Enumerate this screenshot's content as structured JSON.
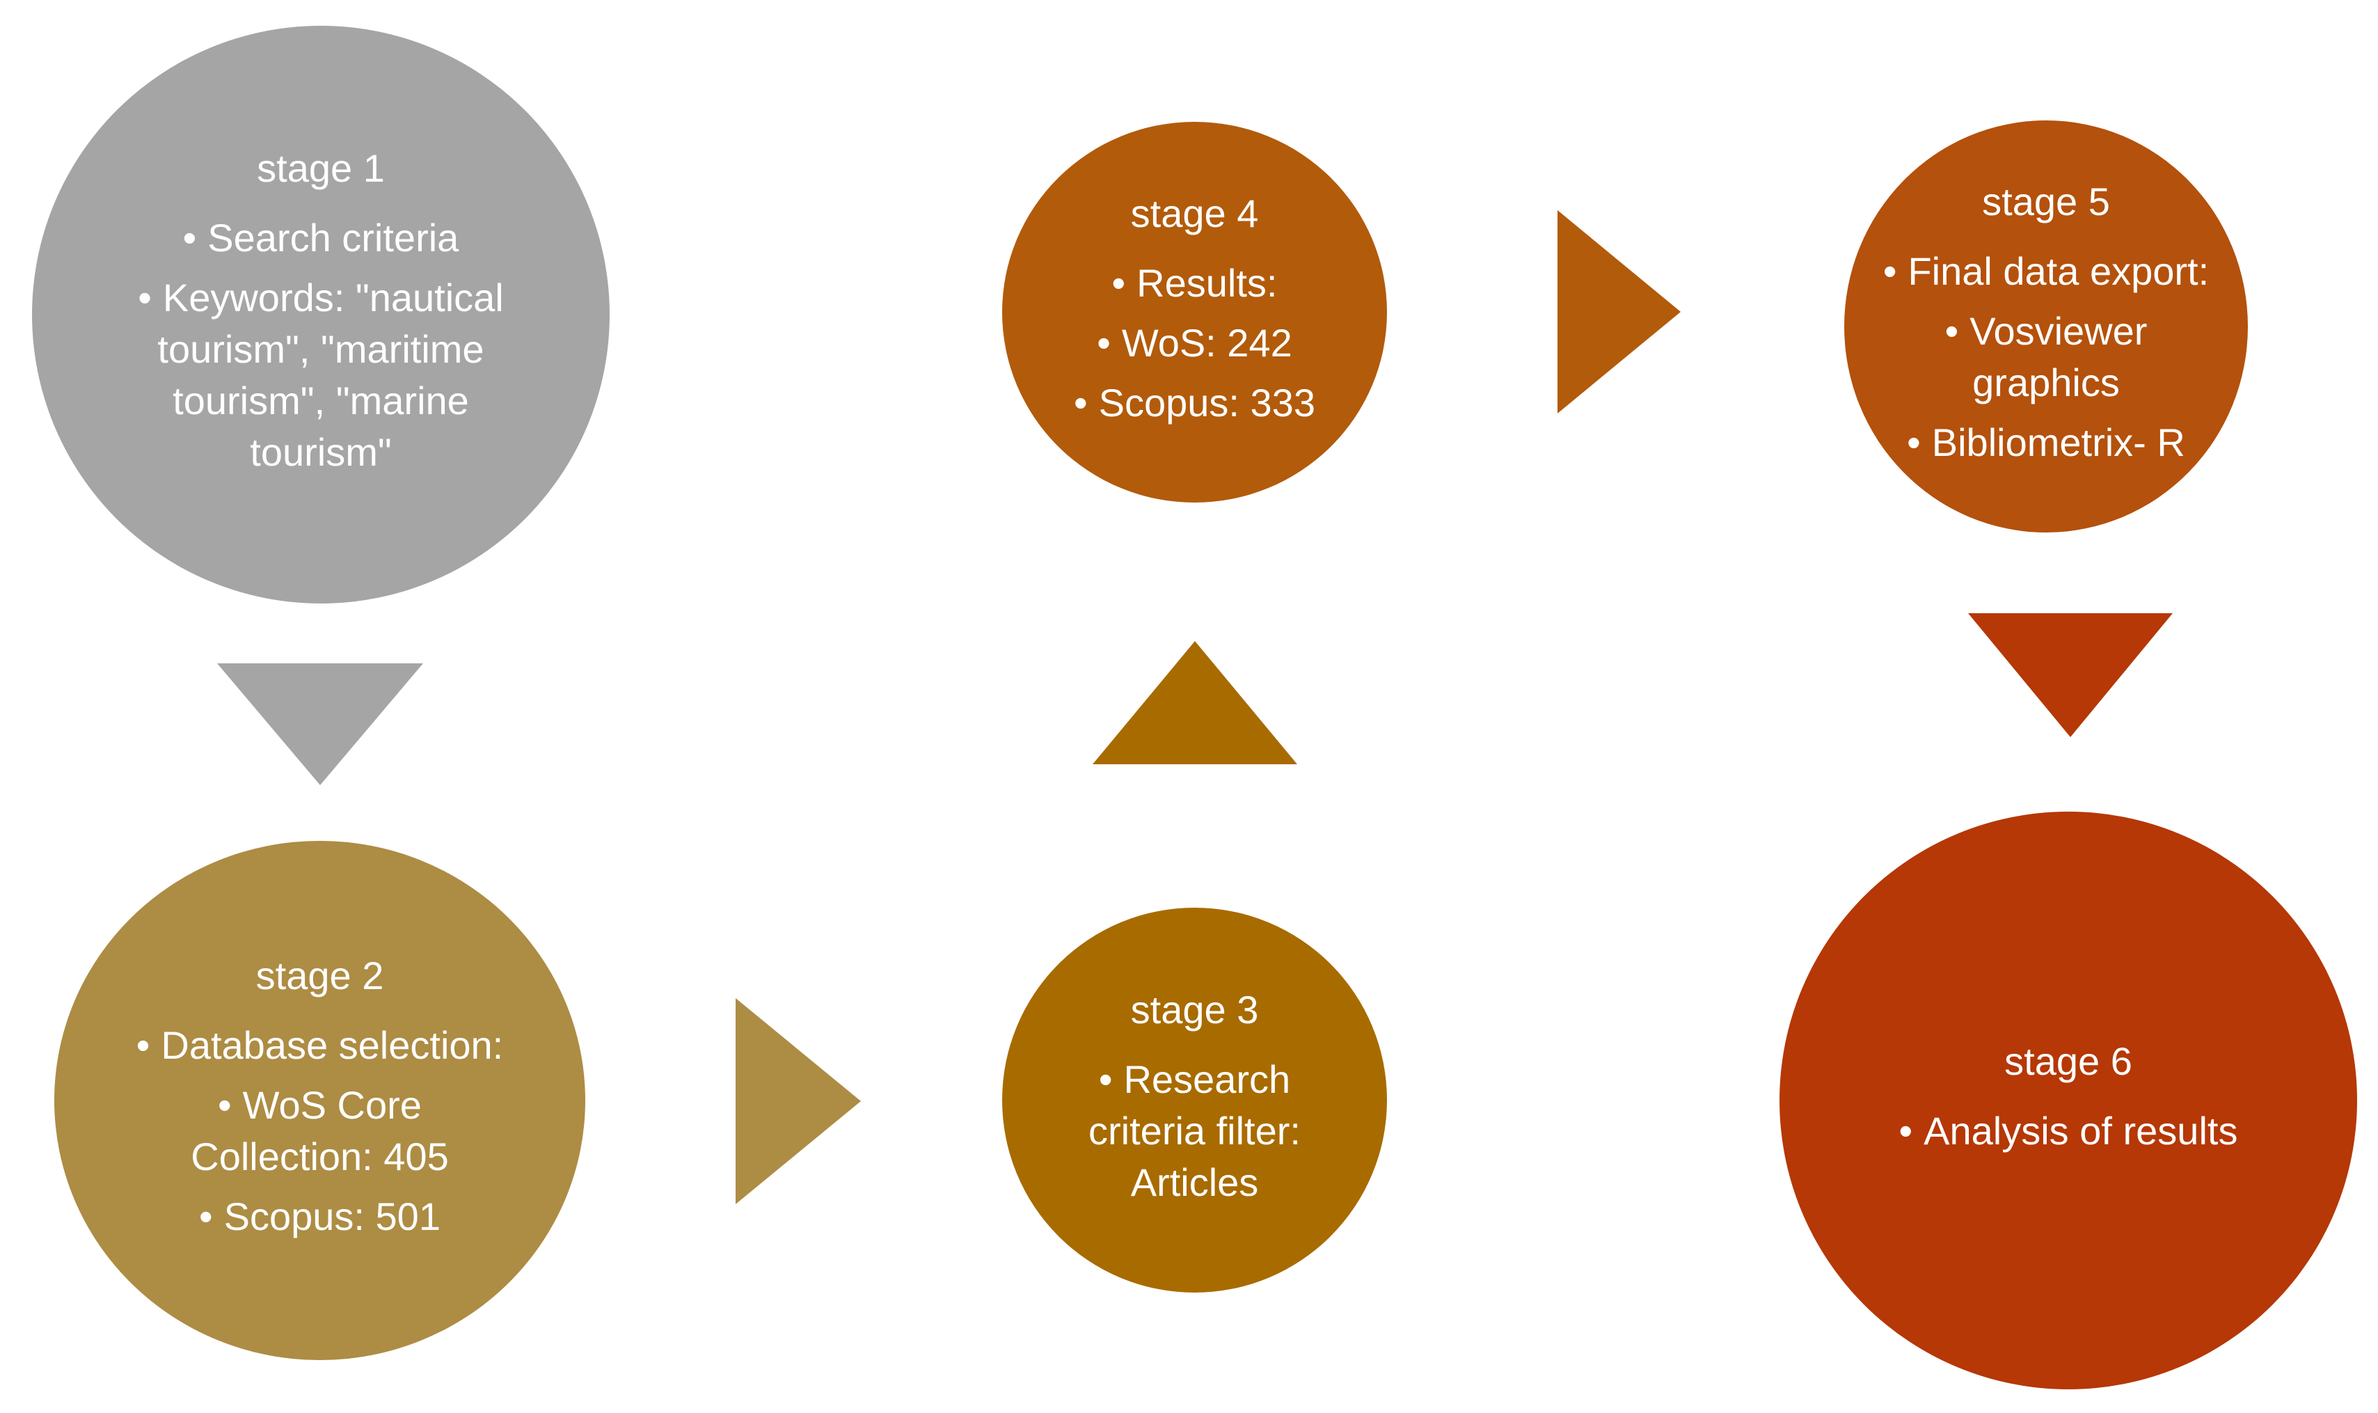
{
  "colors": {
    "stage_1": "#a5a5a5",
    "stage_2": "#ad8c44",
    "stage_3": "#a86b00",
    "stage_4": "#b25b0b",
    "stage_5": "#b4510c",
    "stage_6": "#b53806",
    "text": "#ffffff"
  },
  "stages": [
    {
      "title": "stage 1",
      "items": [
        "Search criteria",
        "Keywords: \"nautical tourism\", \"maritime tourism\", \"marine tourism\""
      ]
    },
    {
      "title": "stage 2",
      "items": [
        "Database selection:",
        "WoS Core Collection: 405",
        "Scopus: 501"
      ]
    },
    {
      "title": "stage 3",
      "items": [
        "Research criteria filter: Articles"
      ]
    },
    {
      "title": "stage 4",
      "items": [
        "Results:",
        "WoS: 242",
        "Scopus: 333"
      ]
    },
    {
      "title": "stage 5",
      "items": [
        "Final data export:",
        "Vosviewer graphics",
        "Bibliometrix- R"
      ]
    },
    {
      "title": "stage 6",
      "items": [
        "Analysis of results"
      ]
    }
  ],
  "bullet": "•"
}
